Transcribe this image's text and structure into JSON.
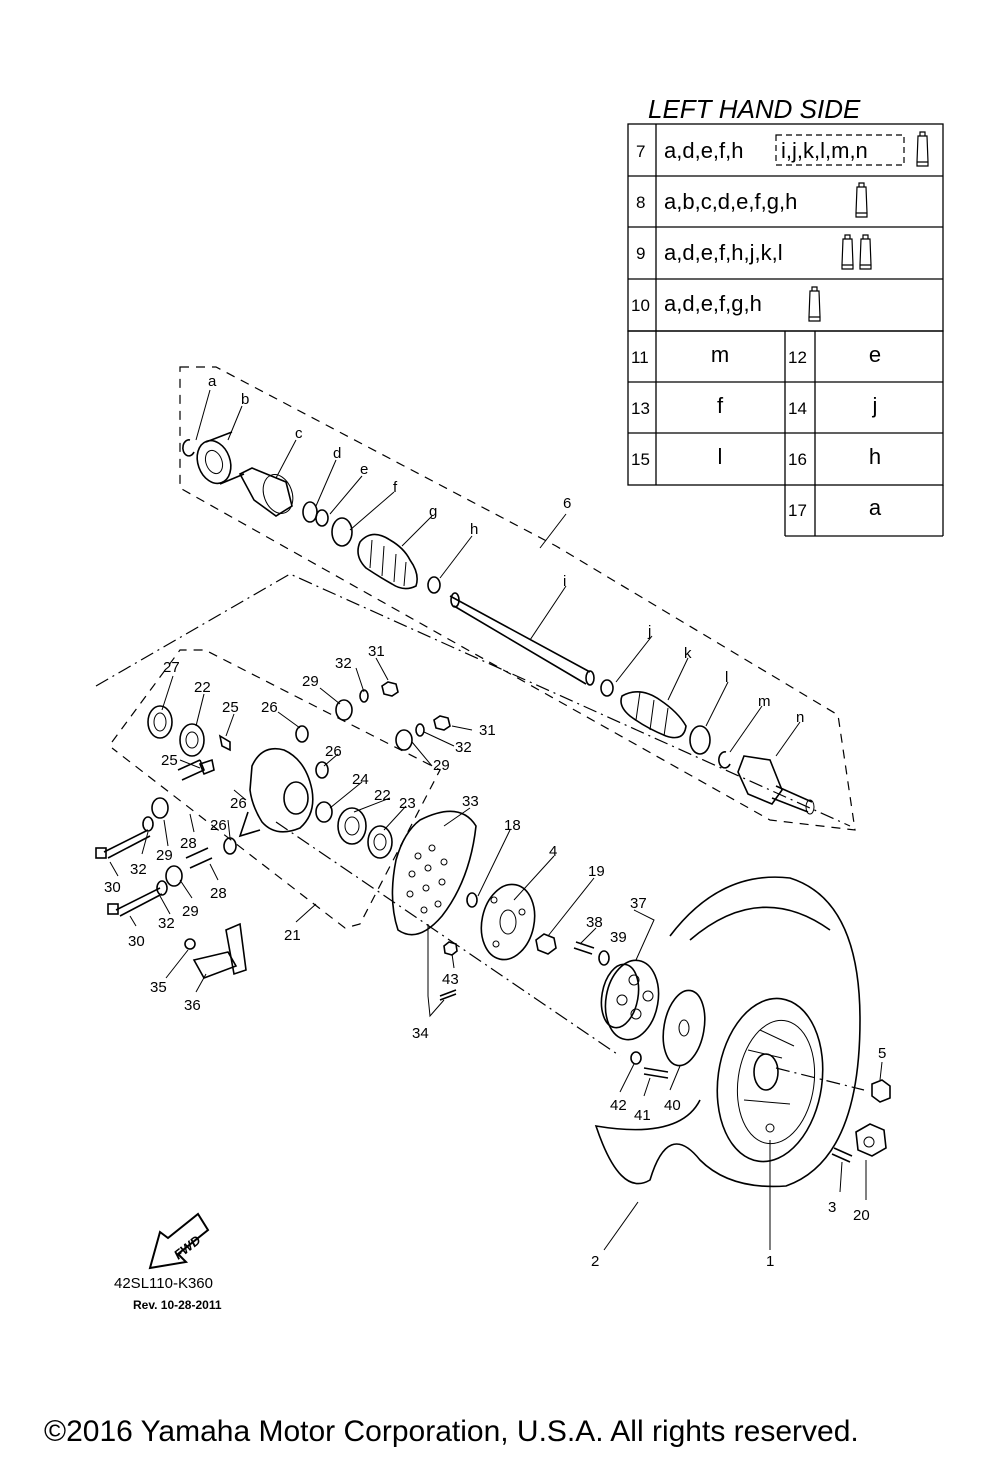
{
  "title": "LEFT HAND SIDE",
  "table": {
    "rows": [
      {
        "no": "7",
        "codes": "a,d,e,f,h",
        "boxed": "i,j,k,l,m,n",
        "tubes": 1
      },
      {
        "no": "8",
        "codes": "a,b,c,d,e,f,g,h",
        "boxed": "",
        "tubes": 1
      },
      {
        "no": "9",
        "codes": "a,d,e,f,h,j,k,l",
        "boxed": "",
        "tubes": 2
      },
      {
        "no": "10",
        "codes": "a,d,e,f,g,h",
        "boxed": "",
        "tubes": 1
      }
    ],
    "pairs": [
      {
        "no1": "11",
        "v1": "m",
        "no2": "12",
        "v2": "e"
      },
      {
        "no1": "13",
        "v1": "f",
        "no2": "14",
        "v2": "j"
      },
      {
        "no1": "15",
        "v1": "l",
        "no2": "16",
        "v2": "h"
      },
      {
        "no2": "17",
        "v2": "a"
      }
    ]
  },
  "callouts": {
    "a": "a",
    "b": "b",
    "c": "c",
    "d": "d",
    "e": "e",
    "f": "f",
    "g": "g",
    "h": "h",
    "i": "i",
    "j": "j",
    "k": "k",
    "l": "l",
    "m": "m",
    "n": "n",
    "n1": "1",
    "n2": "2",
    "n3": "3",
    "n4": "4",
    "n5": "5",
    "n6": "6",
    "n18": "18",
    "n19": "19",
    "n20": "20",
    "n21": "21",
    "n22a": "22",
    "n22b": "22",
    "n23": "23",
    "n24": "24",
    "n25a": "25",
    "n25b": "25",
    "n26a": "26",
    "n26b": "26",
    "n26c": "26",
    "n26d": "26",
    "n27": "27",
    "n28a": "28",
    "n28b": "28",
    "n29a": "29",
    "n29b": "29",
    "n29c": "29",
    "n29d": "29",
    "n30a": "30",
    "n30b": "30",
    "n31a": "31",
    "n31b": "31",
    "n32a": "32",
    "n32b": "32",
    "n32c": "32",
    "n32d": "32",
    "n33": "33",
    "n34": "34",
    "n35": "35",
    "n36": "36",
    "n37": "37",
    "n38": "38",
    "n39": "39",
    "n40": "40",
    "n41": "41",
    "n42": "42",
    "n43": "43"
  },
  "fwd_label": "FWD",
  "part_code": "42SL110-K360",
  "revision": "Rev.  10-28-2011",
  "copyright": "©2016 Yamaha Motor Corporation, U.S.A. All rights reserved."
}
